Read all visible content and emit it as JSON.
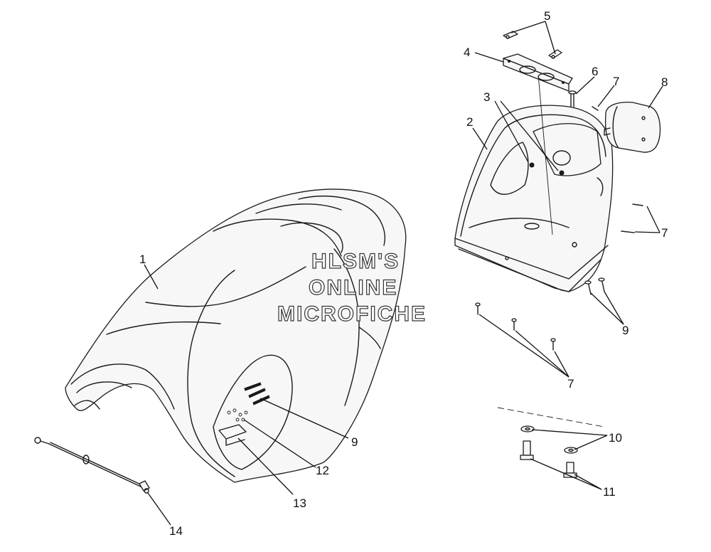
{
  "watermark": {
    "line1": "HLSM'S",
    "line2": "ONLINE",
    "line3": "MICROFICHE"
  },
  "callouts": {
    "c1": "1",
    "c2": "2",
    "c3": "3",
    "c4": "4",
    "c5": "5",
    "c6": "6",
    "c7a": "7",
    "c7b": "7",
    "c7c": "7",
    "c8": "8",
    "c9a": "9",
    "c9b": "9",
    "c10": "10",
    "c11": "11",
    "c12": "12",
    "c13": "13",
    "c14": "14"
  }
}
